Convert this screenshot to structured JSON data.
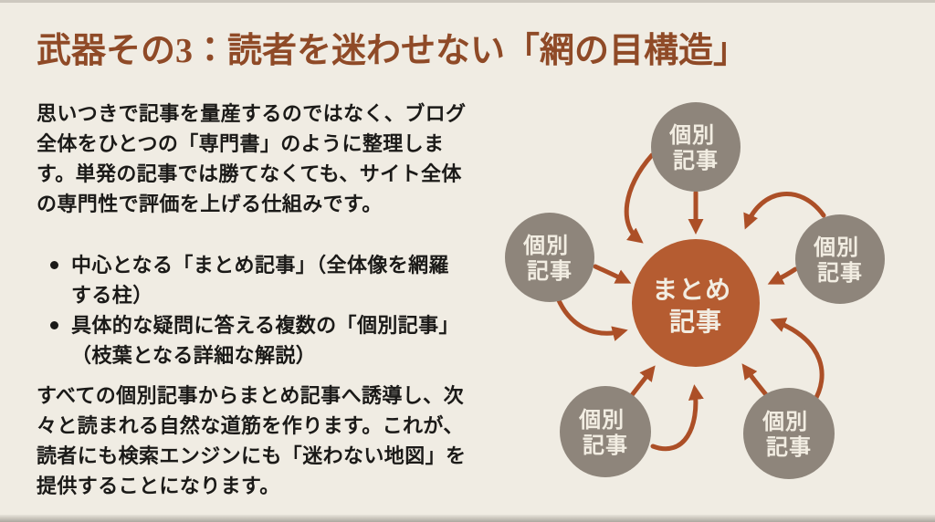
{
  "colors": {
    "background": "#f0ece3",
    "title_text": "#8f4a27",
    "body_text": "#1b1a18",
    "center_circle": "#b55c31",
    "satellite_circle": "#8e857b",
    "arrow": "#ac4f27",
    "circle_text": "#f2ede2"
  },
  "title": "武器その3：読者を迷わせない「網の目構造」",
  "intro_paragraph": "思いつきで記事を量産するのではなく、ブログ\n全体をひとつの「専門書」のように整理しま\nす。単発の記事では勝てなくても、サイト全体\nの専門性で評価を上げる仕組みです。",
  "bullets": [
    {
      "label": "中心となる「まとめ記事」（全体像を網羅\nする柱）"
    },
    {
      "label": "具体的な疑問に答える複数の「個別記事」\n（枝葉となる詳細な解説）"
    }
  ],
  "closing_paragraph": "すべての個別記事からまとめ記事へ誘導し、次\n々と読まれる自然な道筋を作ります。これが、\n読者にも検索エンジンにも「迷わない地図」を\n提供することになります。",
  "diagram": {
    "center": {
      "line1": "まとめ",
      "line2": "記事"
    },
    "satellite": {
      "line1": "個別",
      "line2": "記事"
    }
  }
}
